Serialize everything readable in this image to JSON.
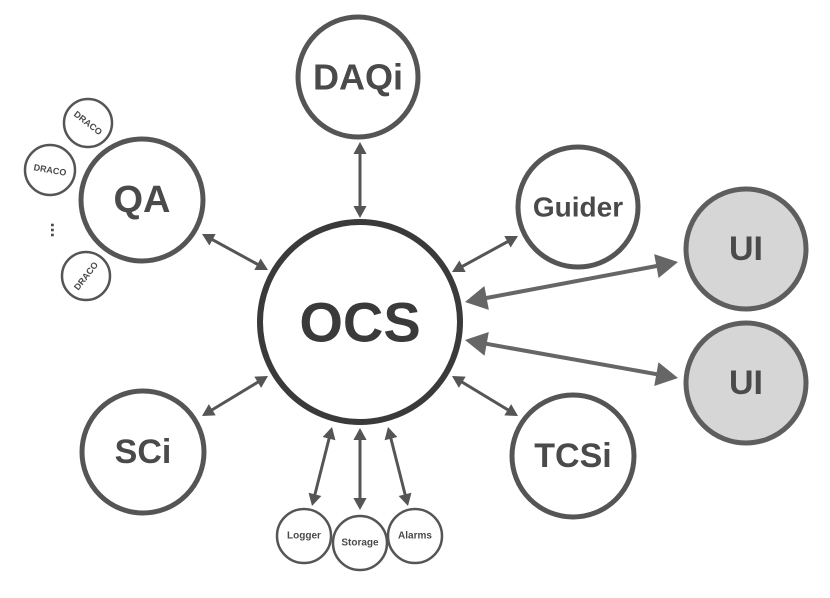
{
  "nodes": {
    "ocs": "OCS",
    "daqi": "DAQi",
    "qa": "QA",
    "draco_1": "DRACO",
    "draco_2": "DRACO",
    "draco_3": "DRACO",
    "ellipsis": "...",
    "guider": "Guider",
    "ui_1": "UI",
    "ui_2": "UI",
    "sci": "SCi",
    "tcsi": "TCSi",
    "logger": "Logger",
    "storage": "Storage",
    "alarms": "Alarms"
  },
  "colors": {
    "stroke": "#555555",
    "ui_fill": "#d6d6d6",
    "label": "#4a4a4a"
  }
}
